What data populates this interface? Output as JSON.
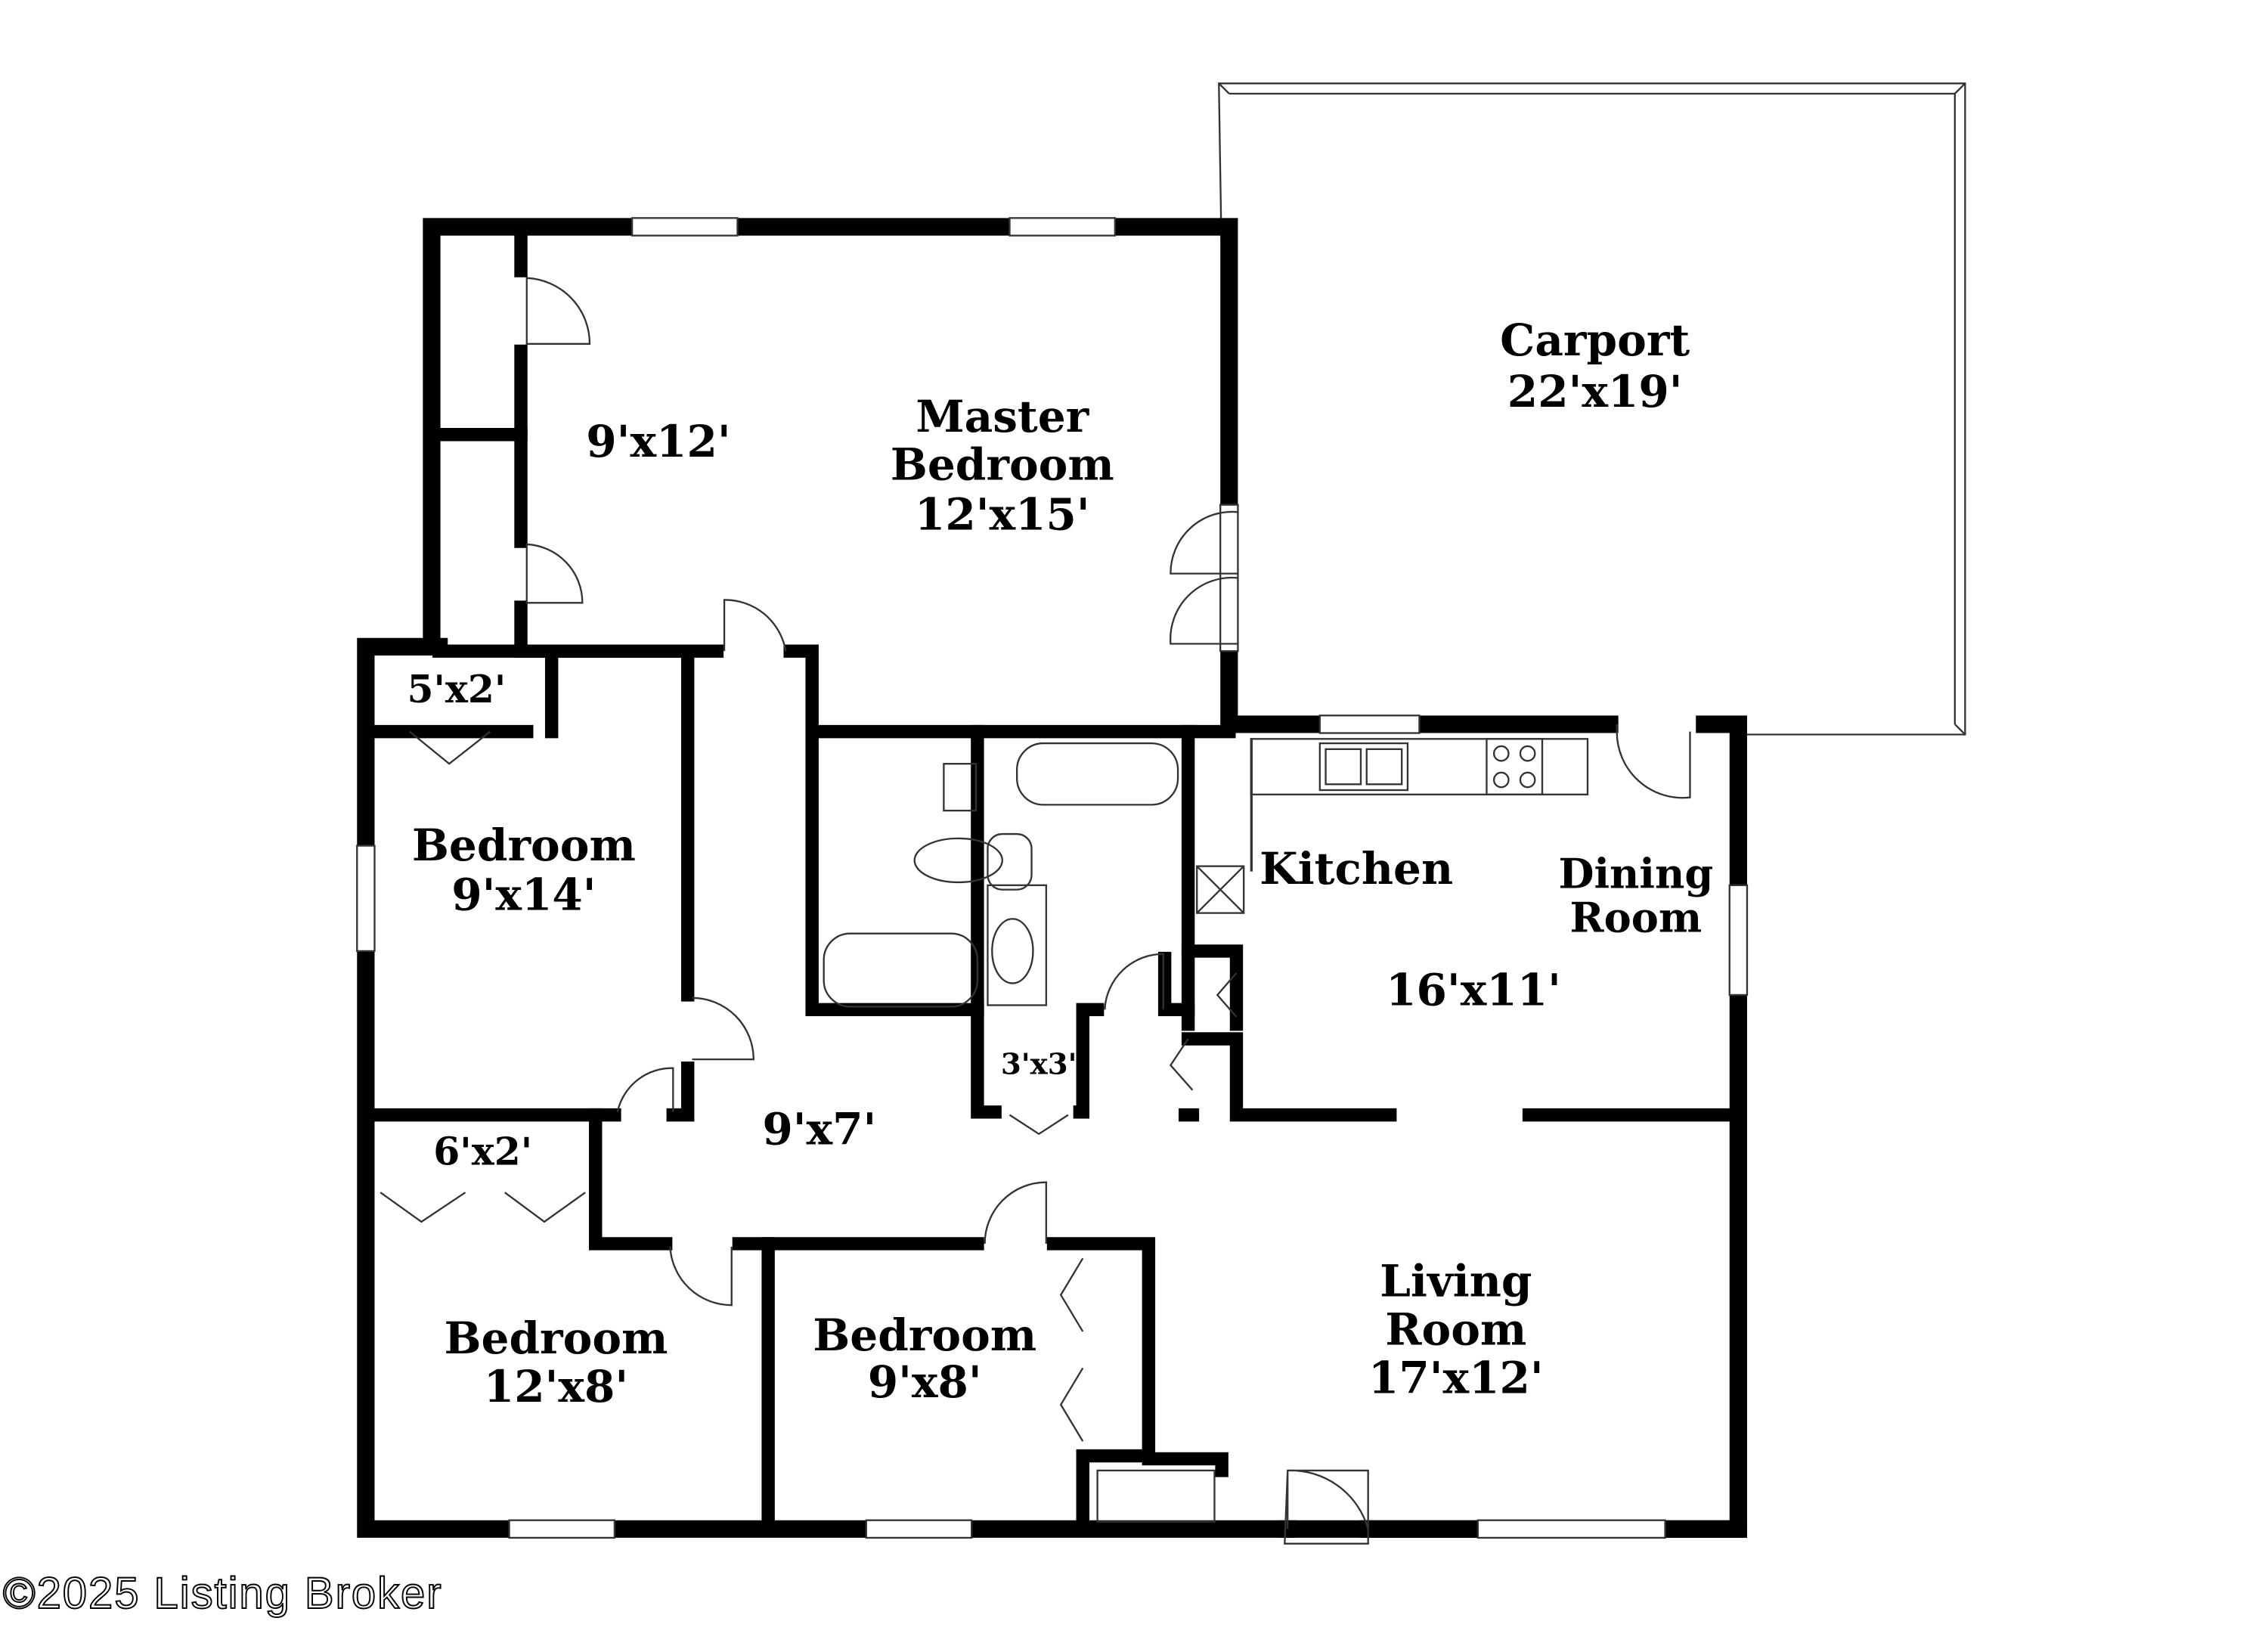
{
  "rooms": {
    "carport": {
      "name": "Carport",
      "size": "22'x19'"
    },
    "master": {
      "name_1": "Master",
      "name_2": "Bedroom",
      "size": "12'x15'"
    },
    "master_closet": {
      "size": "9'x12'"
    },
    "closet_a": {
      "size": "5'x2'"
    },
    "bedroom_a": {
      "name": "Bedroom",
      "size": "9'x14'"
    },
    "kitchen": {
      "name": "Kitchen"
    },
    "dining": {
      "name_1": "Dining",
      "name_2": "Room",
      "size": "16'x11'"
    },
    "closet_b": {
      "size": "3'x3'"
    },
    "hall": {
      "size": "9'x7'"
    },
    "closet_c": {
      "size": "6'x2'"
    },
    "bedroom_b": {
      "name": "Bedroom",
      "size": "12'x8'"
    },
    "bedroom_c": {
      "name": "Bedroom",
      "size": "9'x8'"
    },
    "living": {
      "name_1": "Living",
      "name_2": "Room",
      "size": "17'x12'"
    }
  },
  "watermark": "©2025 Listing Broker"
}
